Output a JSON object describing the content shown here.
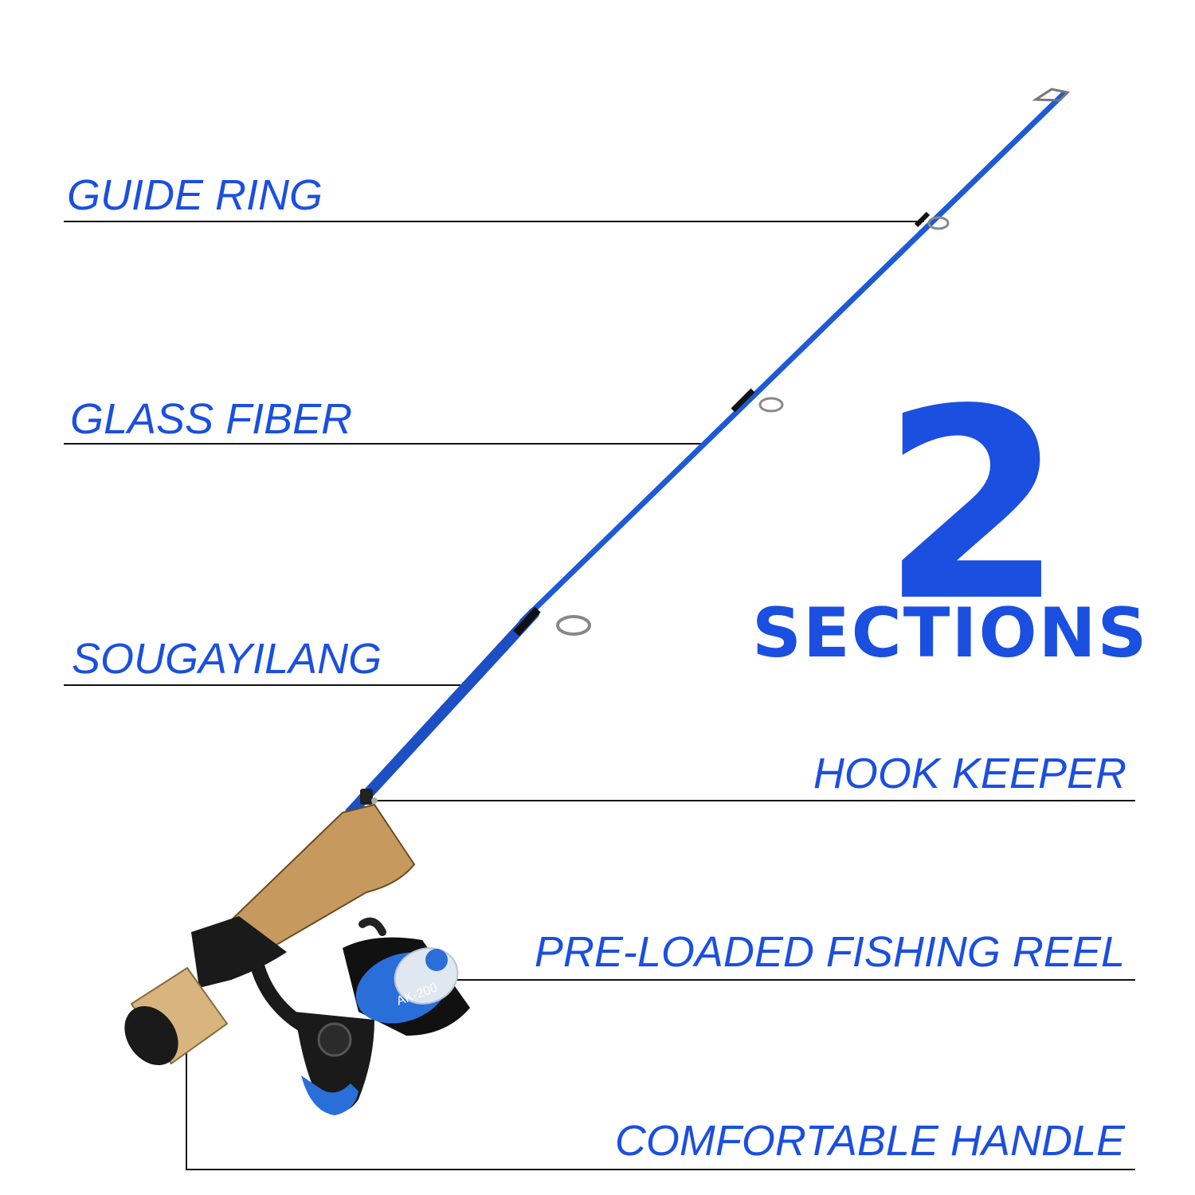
{
  "colors": {
    "accent": "#1b4fe0",
    "rod": "#1e5ad6",
    "cork": "#c9a26b",
    "line": "#111111"
  },
  "callouts": {
    "guide_ring": "GUIDE RING",
    "glass_fiber": "GLASS FIBER",
    "brand": "SOUGAYILANG",
    "hook_keeper": "HOOK KEEPER",
    "reel": "PRE-LOADED FISHING REEL",
    "handle": "COMFORTABLE HANDLE"
  },
  "sections_badge": {
    "number": "2",
    "word": "SECTIONS"
  },
  "reel_label": "AK-200"
}
